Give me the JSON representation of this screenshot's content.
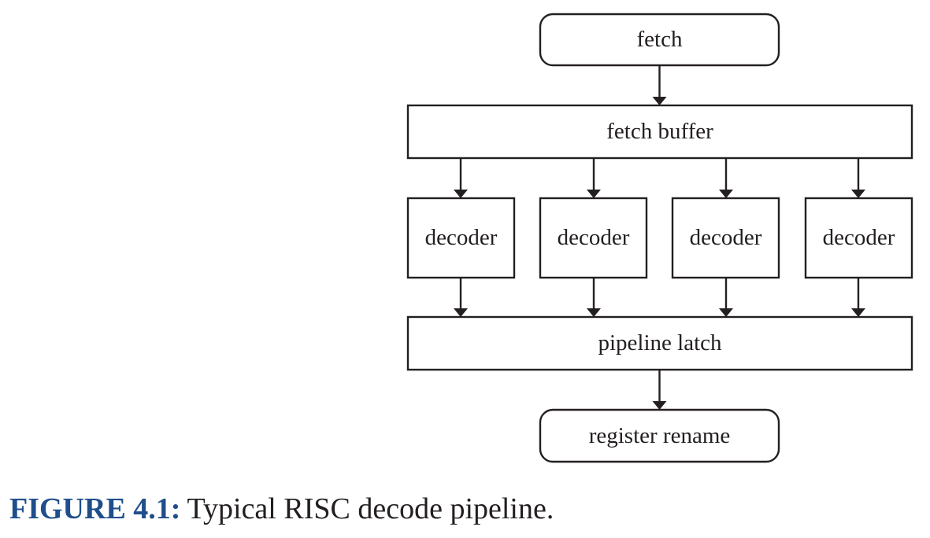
{
  "diagram": {
    "fetch": "fetch",
    "fetch_buffer": "fetch buffer",
    "decoders": [
      "decoder",
      "decoder",
      "decoder",
      "decoder"
    ],
    "pipeline_latch": "pipeline latch",
    "register_rename": "register rename"
  },
  "caption": {
    "label": "FIGURE 4.1:",
    "text": "Typical RISC decode pipeline."
  },
  "colors": {
    "caption_label": "#1f4e8c",
    "ink": "#231f20"
  }
}
